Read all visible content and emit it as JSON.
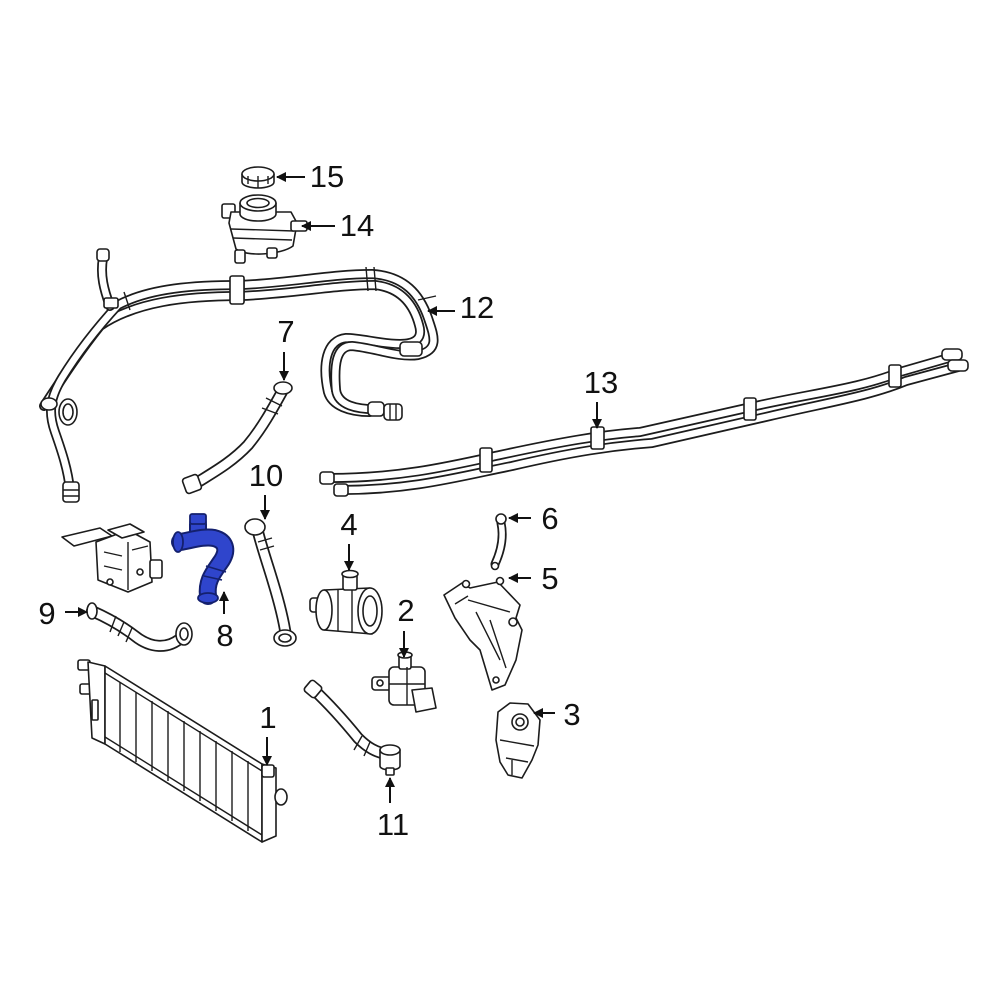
{
  "diagram": {
    "callouts": {
      "c1": "1",
      "c2": "2",
      "c3": "3",
      "c4": "4",
      "c5": "5",
      "c6": "6",
      "c7": "7",
      "c8": "8",
      "c9": "9",
      "c10": "10",
      "c11": "11",
      "c12": "12",
      "c13": "13",
      "c14": "14",
      "c15": "15"
    },
    "highlighted_part": "8"
  },
  "colors": {
    "background": "#ffffff",
    "line": "#1c1c1c",
    "highlight": "#2f45cc",
    "highlight_outline": "#14206e"
  }
}
